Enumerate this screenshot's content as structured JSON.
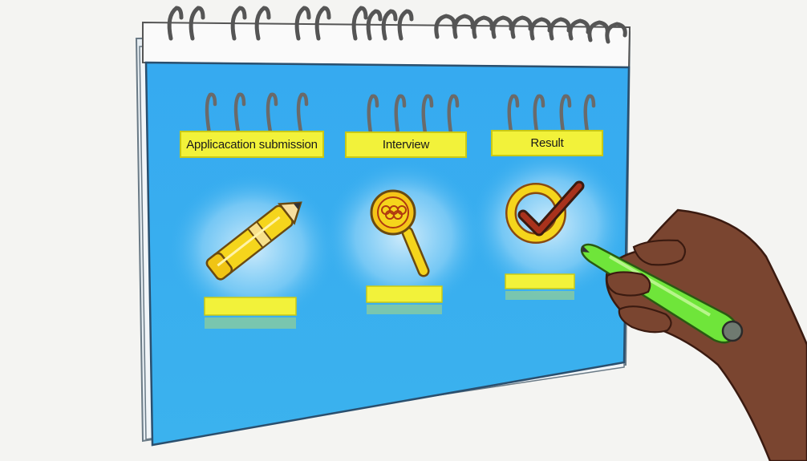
{
  "steps": [
    {
      "label": "Applicacation submission",
      "icon": "pencil-icon"
    },
    {
      "label": "Interview",
      "icon": "magnifier-icon"
    },
    {
      "label": "Result",
      "icon": "checkmark-icon"
    }
  ],
  "colors": {
    "board": "#3eb4ef",
    "label_fill": "#f2f23a",
    "icon_fill": "#f5d51c",
    "pen": "#6fe53a",
    "skin": "#7a4530"
  }
}
